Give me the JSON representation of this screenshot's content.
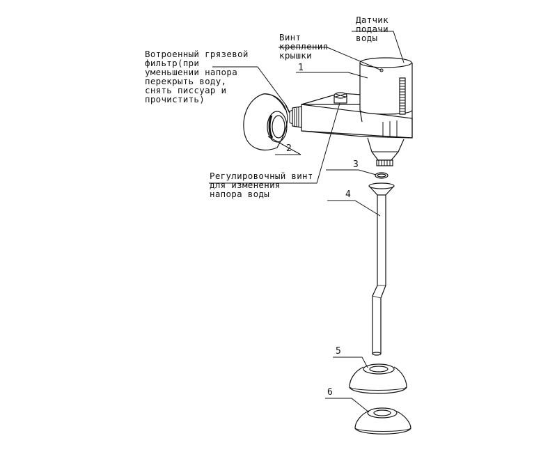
{
  "labels": {
    "sensor": [
      "Датчик",
      "подачи",
      "воды"
    ],
    "cover_screw": [
      "Винт",
      "крепления",
      "крышки"
    ],
    "filter": [
      "Вотроенный грязевой",
      "фильтр(при",
      "уменьшении напора",
      "перекрыть воду,",
      "снять писсуар и",
      "прочистить)"
    ],
    "adjust_screw": [
      "Регулировочный винт",
      "для изменения",
      "напора воды"
    ]
  },
  "part_numbers": {
    "p1": "1",
    "p2": "2",
    "p3": "3",
    "p4": "4",
    "p5": "5",
    "p6": "6"
  }
}
